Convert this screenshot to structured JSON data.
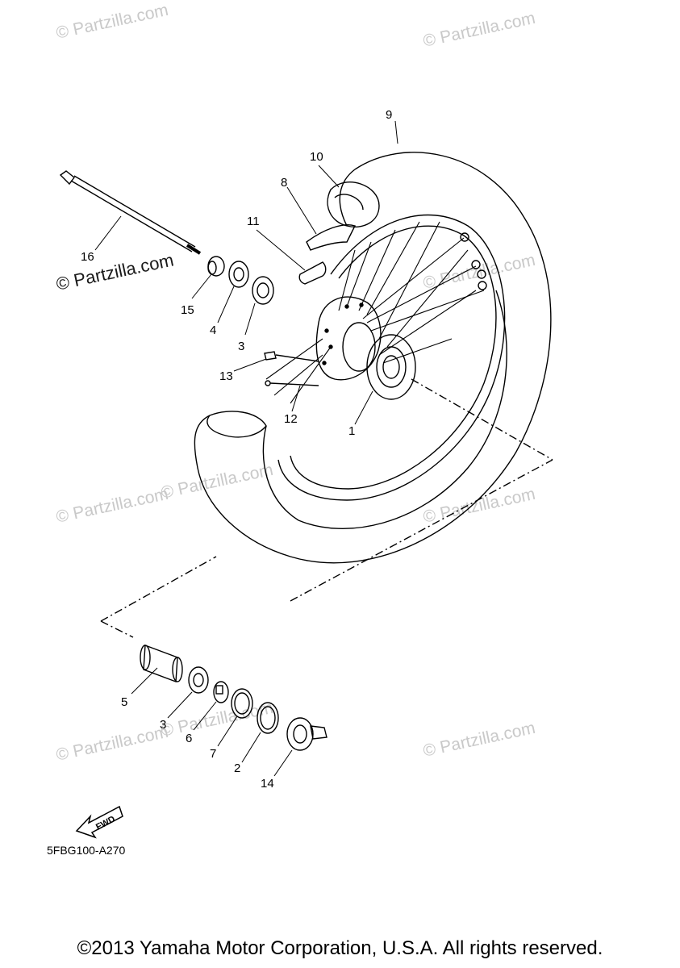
{
  "watermarks": [
    "© Partzilla.com",
    "© Partzilla.com",
    "© Partzilla.com",
    "© Partzilla.com",
    "© Partzilla.com",
    "© Partzilla.com",
    "© Partzilla.com",
    "© Partzilla.com",
    "© Partzilla.com",
    "© Partzilla.com"
  ],
  "callouts": {
    "c1": "1",
    "c2": "2",
    "c3a": "3",
    "c3b": "3",
    "c4": "4",
    "c5": "5",
    "c6": "6",
    "c7": "7",
    "c8": "8",
    "c9": "9",
    "c10": "10",
    "c11": "11",
    "c12": "12",
    "c13": "13",
    "c14": "14",
    "c15": "15",
    "c16": "16"
  },
  "fwd_label": "FWD",
  "reference_code": "5FBG100-A270",
  "copyright": "©2013 Yamaha Motor Corporation, U.S.A. All rights reserved."
}
